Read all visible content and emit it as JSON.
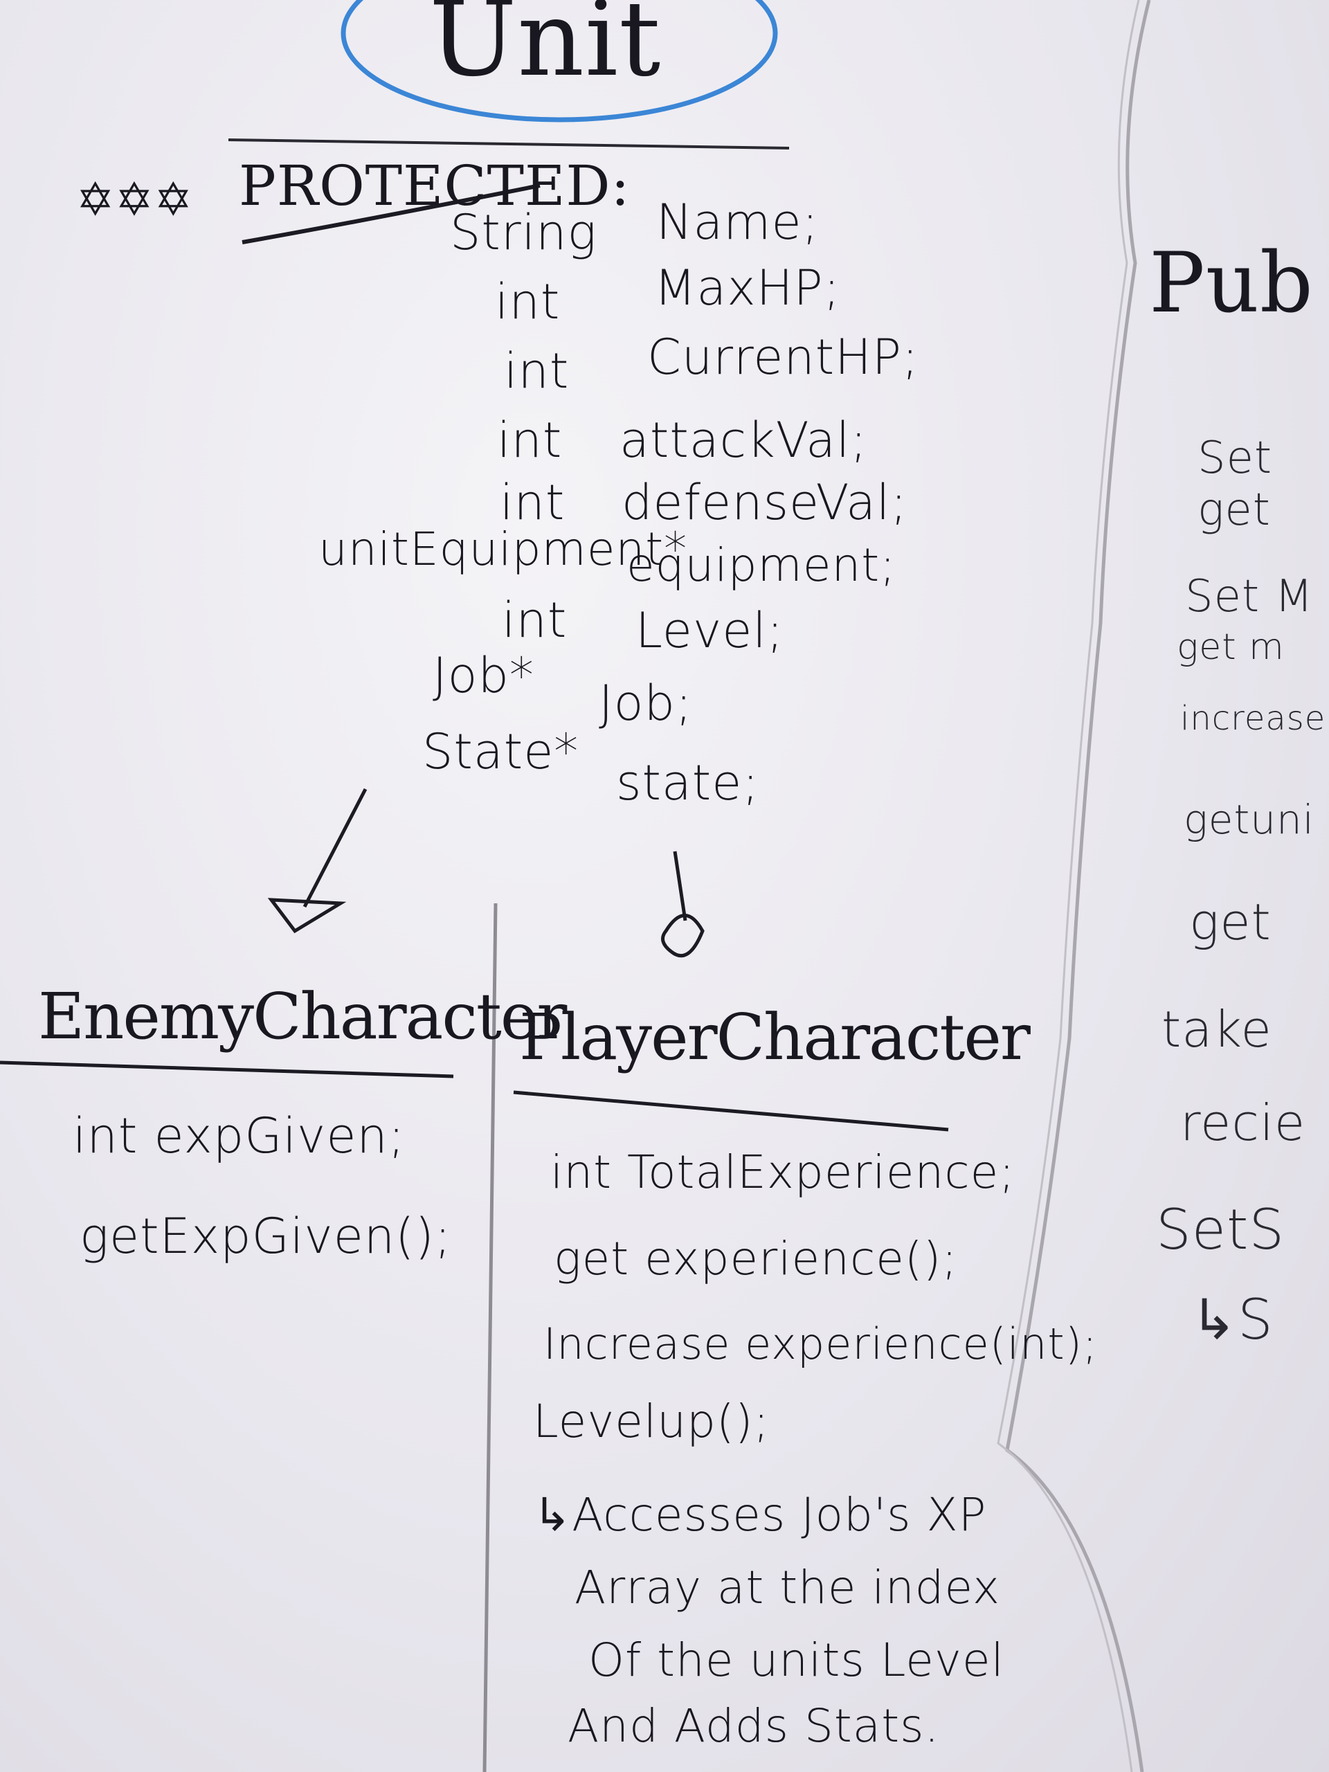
{
  "unit": {
    "title": "Unit",
    "protected_label": "PROTECTED:",
    "stars": "✡✡✡",
    "fields": [
      {
        "type": "String",
        "name": "Name;"
      },
      {
        "type": "int",
        "name": "MaxHP;"
      },
      {
        "type": "int",
        "name": "CurrentHP;"
      },
      {
        "type": "int",
        "name": "attackVal;"
      },
      {
        "type": "int",
        "name": "defenseVal;"
      },
      {
        "type": "unitEquipment*",
        "name": "equipment;"
      },
      {
        "type": "int",
        "name": "Level;"
      },
      {
        "type": "Job*",
        "name": "Job;"
      },
      {
        "type": "State*",
        "name": "state;"
      }
    ]
  },
  "enemy": {
    "title": "EnemyCharacter",
    "lines": [
      "int expGiven;",
      "getExpGiven();"
    ]
  },
  "player": {
    "title": "PlayerCharacter",
    "lines": [
      "int TotalExperience;",
      "get experience();",
      "Increase experience(int);",
      "Levelup();",
      "↳Accesses Job's XP",
      "Array at the index",
      "Of the units Level",
      "And Adds Stats."
    ]
  },
  "public_partial": {
    "title": "Pub",
    "lines": [
      "Set",
      "get",
      "Set M",
      "get m",
      "increase",
      "getuni",
      "get",
      "take",
      "recie",
      "SetS",
      "↳S"
    ]
  },
  "colors": {
    "oval": "#3b86d6",
    "ink": "#19171f",
    "board": "#ebe9ef",
    "divider": "#a9a6ae"
  }
}
